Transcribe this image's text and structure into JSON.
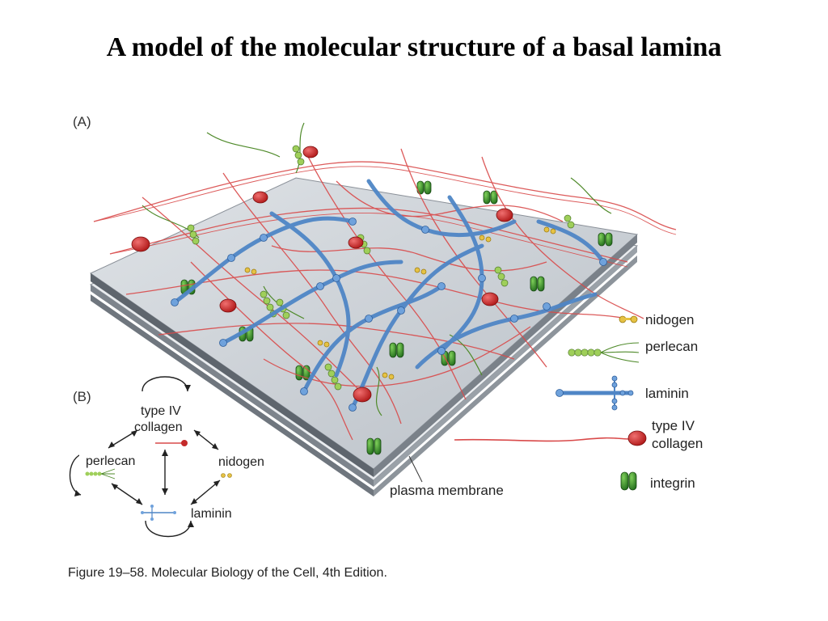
{
  "title": "A model of the molecular structure of a basal lamina",
  "panel_a_label": "(A)",
  "panel_b_label": "(B)",
  "legend": {
    "nidogen": "nidogen",
    "perlecan": "perlecan",
    "laminin": "laminin",
    "collagen_line1": "type IV",
    "collagen_line2": "collagen",
    "integrin": "integrin"
  },
  "plasma_membrane_label": "plasma membrane",
  "panel_b": {
    "collagen_line1": "type IV",
    "collagen_line2": "collagen",
    "perlecan": "perlecan",
    "nidogen": "nidogen",
    "laminin": "laminin"
  },
  "caption": "Figure 19–58. Molecular Biology of the Cell, 4th Edition.",
  "colors": {
    "collagen": "#d94a4a",
    "laminin": "#4f86c6",
    "perlecan": "#8fbf4a",
    "nidogen": "#d9b23a",
    "integrin": "#3a8a2a",
    "membrane": "#c9cdd2"
  }
}
